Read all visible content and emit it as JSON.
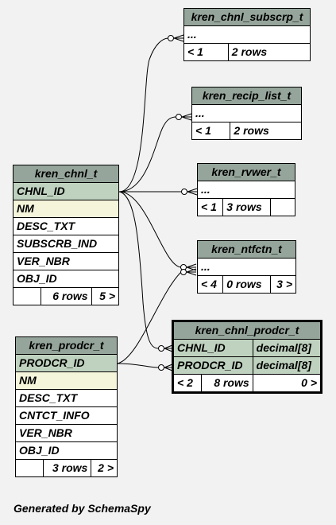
{
  "tables": {
    "kren_chnl_subscrp_t": {
      "title": "kren_chnl_subscrp_t",
      "cols": [
        "..."
      ],
      "parents": "< 1",
      "rows": "2 rows"
    },
    "kren_recip_list_t": {
      "title": "kren_recip_list_t",
      "cols": [
        "..."
      ],
      "parents": "< 1",
      "rows": "2 rows"
    },
    "kren_rvwer_t": {
      "title": "kren_rvwer_t",
      "cols": [
        "..."
      ],
      "parents": "< 1",
      "rows": "3 rows"
    },
    "kren_ntfctn_t": {
      "title": "kren_ntfctn_t",
      "cols": [
        "..."
      ],
      "parents": "< 4",
      "rows": "0 rows",
      "children": "3 >"
    },
    "kren_chnl_t": {
      "title": "kren_chnl_t",
      "cols": [
        "CHNL_ID",
        "NM",
        "DESC_TXT",
        "SUBSCRB_IND",
        "VER_NBR",
        "OBJ_ID"
      ],
      "rows": "6 rows",
      "children": "5 >"
    },
    "kren_prodcr_t": {
      "title": "kren_prodcr_t",
      "cols": [
        "PRODCR_ID",
        "NM",
        "DESC_TXT",
        "CNTCT_INFO",
        "VER_NBR",
        "OBJ_ID"
      ],
      "rows": "3 rows",
      "children": "2 >"
    },
    "kren_chnl_prodcr_t": {
      "title": "kren_chnl_prodcr_t",
      "cols": [
        {
          "name": "CHNL_ID",
          "type": "decimal[8]"
        },
        {
          "name": "PRODCR_ID",
          "type": "decimal[8]"
        }
      ],
      "parents": "< 2",
      "rows": "8 rows",
      "children": "0 >"
    }
  },
  "colors": {
    "title_bg": "#95a59b",
    "pk_bg": "#bfd2bf",
    "index_bg": "#f5f5dc",
    "page_bg": "#f2f2f2"
  },
  "footer": "Generated by SchemaSpy"
}
